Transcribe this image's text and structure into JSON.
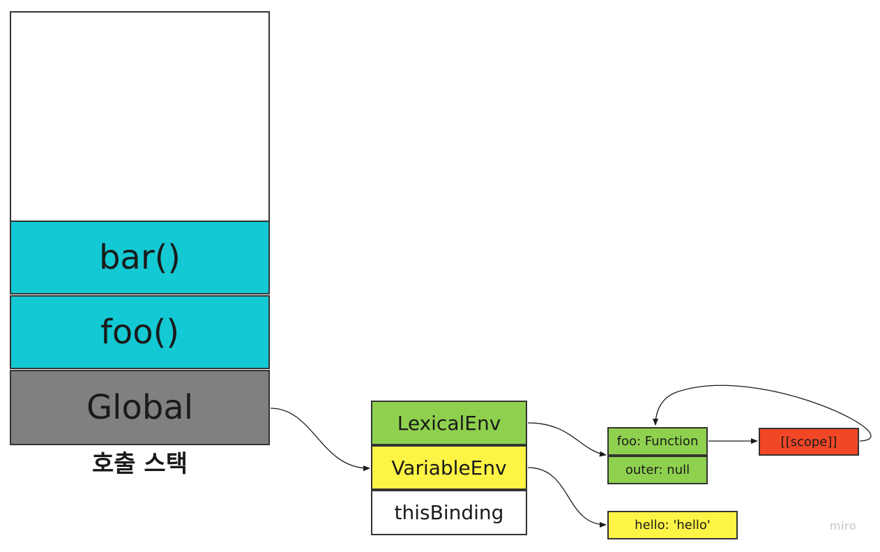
{
  "colors": {
    "stack_frame": "#13c9d3",
    "global_frame": "#808080",
    "lexical_env": "#8fd14f",
    "variable_env": "#fef445",
    "scope": "#f24726",
    "border": "#333333"
  },
  "call_stack": {
    "frames": [
      "bar()",
      "foo()",
      "Global"
    ],
    "label": "호출 스택"
  },
  "execution_context": {
    "lexical_env": "LexicalEnv",
    "variable_env": "VariableEnv",
    "this_binding": "thisBinding"
  },
  "lexical_record": {
    "foo": "foo: Function",
    "outer": "outer: null",
    "scope": "[[scope]]"
  },
  "variable_record": {
    "hello": "hello: 'hello'"
  },
  "watermark": "miro"
}
